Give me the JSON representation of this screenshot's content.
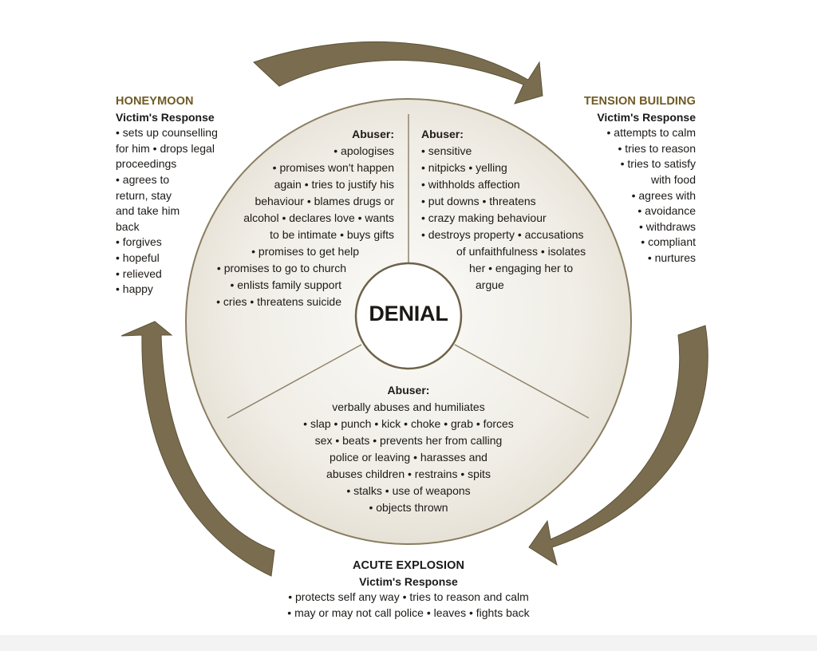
{
  "colors": {
    "arrow": "#7a6d4f",
    "arrow_edge": "#5e5338",
    "circle_fill": "#efece4",
    "circle_edge": "#8a7e61",
    "title_gold": "#6e5a24"
  },
  "center": {
    "label": "DENIAL"
  },
  "honeymoon": {
    "title": "HONEYMOON",
    "response_label": "Victim's Response",
    "lines": [
      "• sets up counselling",
      "for him • drops legal",
      "proceedings",
      "• agrees to",
      "return, stay",
      "and take him",
      "back",
      "• forgives",
      "• hopeful",
      "• relieved",
      "• happy"
    ]
  },
  "tension": {
    "title": "TENSION BUILDING",
    "response_label": "Victim's Response",
    "lines": [
      "• attempts to calm",
      "• tries to reason",
      "• tries to satisfy",
      "with food",
      "• agrees with",
      "• avoidance",
      "• withdraws",
      "• compliant",
      "• nurtures"
    ]
  },
  "explosion": {
    "title": "ACUTE EXPLOSION",
    "response_label": "Victim's Response",
    "lines": [
      "• protects self any way • tries to reason and calm",
      "• may or may not call police • leaves • fights back"
    ]
  },
  "abuser_left": {
    "label": "Abuser:",
    "lines": [
      "• apologises",
      "• promises won't happen",
      "again • tries to justify his",
      "behaviour • blames drugs or",
      "alcohol • declares love • wants",
      "to be intimate • buys gifts",
      "• promises to get help",
      "• promises to go to church",
      "• enlists family support",
      "• cries • threatens suicide"
    ]
  },
  "abuser_right": {
    "label": "Abuser:",
    "lines": [
      "• sensitive",
      "• nitpicks • yelling",
      "• withholds affection",
      "• put downs • threatens",
      "• crazy making behaviour",
      "• destroys property • accusations",
      "of unfaithfulness • isolates",
      "her • engaging her to",
      "argue"
    ]
  },
  "abuser_bottom": {
    "label": "Abuser:",
    "lines": [
      "verbally abuses and humiliates",
      "• slap • punch • kick • choke • grab • forces",
      "sex • beats • prevents her from calling",
      "police or leaving • harasses and",
      "abuses children • restrains • spits",
      "• stalks • use of weapons",
      "• objects thrown"
    ]
  }
}
